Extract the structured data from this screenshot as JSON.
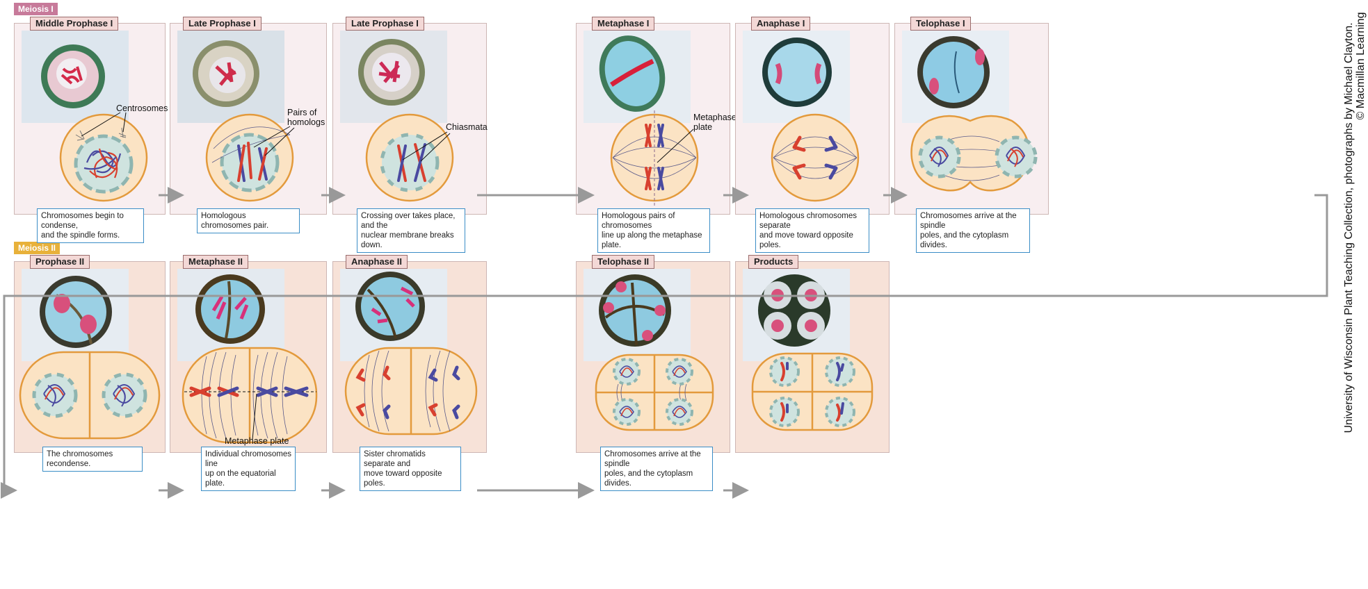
{
  "sections": {
    "meiosis1": "Meiosis I",
    "meiosis2": "Meiosis II"
  },
  "colors": {
    "cell": "#fbe3c4",
    "cell_border": "#e39a3c",
    "nucleus": "#cfe3df",
    "chrom_red": "#d8402f",
    "chrom_blue": "#4a4aa0",
    "arrow": "#999999"
  },
  "stages_row1": [
    {
      "label": "Middle Prophase I",
      "caption": [
        "Chromosomes begin to condense,",
        "and the spindle forms."
      ],
      "annotation": "Centrosomes"
    },
    {
      "label": "Late Prophase I",
      "caption": [
        "Homologous chromosomes pair."
      ],
      "annotation": [
        "Pairs of",
        "homologs"
      ]
    },
    {
      "label": "Late Prophase I",
      "caption": [
        "Crossing over takes place, and the",
        "nuclear membrane breaks down."
      ],
      "annotation": "Chiasmata"
    },
    {
      "label": "Metaphase I",
      "caption": [
        "Homologous pairs of chromosomes",
        "line up along the metaphase plate."
      ],
      "annotation": [
        "Metaphase",
        "plate"
      ]
    },
    {
      "label": "Anaphase I",
      "caption": [
        "Homologous chromosomes separate",
        "and move toward opposite poles."
      ]
    },
    {
      "label": "Telophase I",
      "caption": [
        "Chromosomes arrive at the spindle",
        "poles, and the cytoplasm divides."
      ]
    }
  ],
  "stages_row2": [
    {
      "label": "Prophase II",
      "caption": [
        "The chromosomes recondense."
      ]
    },
    {
      "label": "Metaphase II",
      "caption": [
        "Individual chromosomes line",
        "up on the equatorial plate."
      ],
      "annotation": "Metaphase plate"
    },
    {
      "label": "Anaphase II",
      "caption": [
        "Sister chromatids separate and",
        "move toward opposite poles."
      ]
    },
    {
      "label": "Telophase II",
      "caption": [
        "Chromosomes arrive at the spindle",
        "poles, and the cytoplasm divides."
      ]
    },
    {
      "label": "Products"
    }
  ],
  "credit": [
    "University of Wisconsin Plant Teaching Collection, photographs by Michael Clayton.",
    "© Macmillan Learning"
  ]
}
